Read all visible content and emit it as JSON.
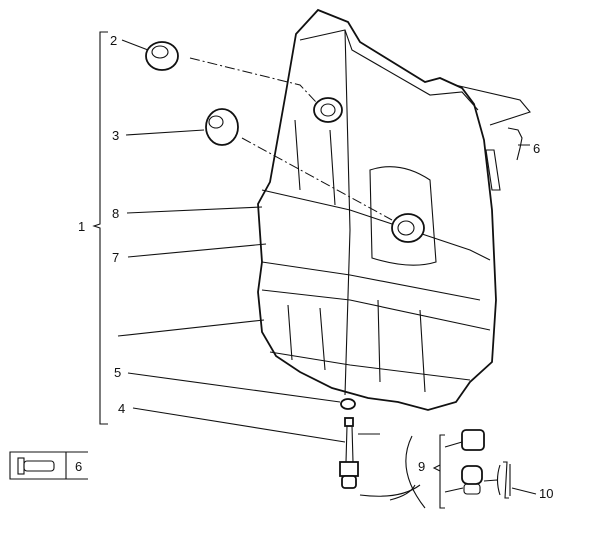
{
  "diagram": {
    "callouts": {
      "assembly": "1",
      "cap_small": "2",
      "cap_large": "3",
      "sensor": "4",
      "seal_ring": "5",
      "bracket": "6",
      "strap_lower": "7",
      "strap_upper": "8",
      "connector": "9",
      "clip": "10"
    },
    "legend_box": {
      "quantity_label": "6",
      "icon": "bolt-icon"
    },
    "colors": {
      "line": "#111111",
      "background": "#ffffff"
    }
  }
}
